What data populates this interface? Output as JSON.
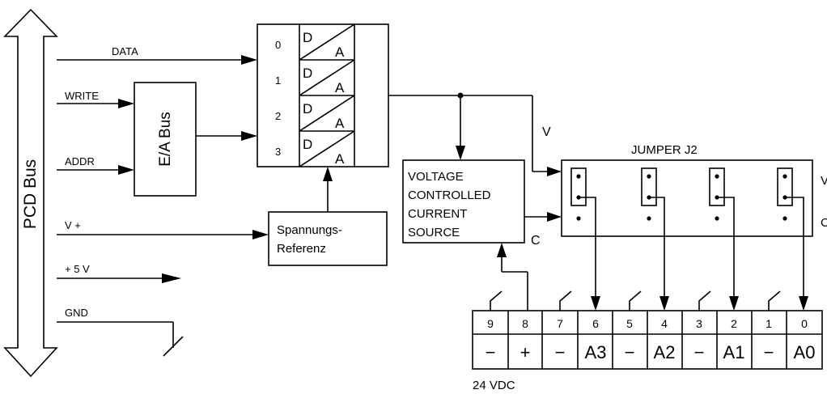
{
  "bus": {
    "label": "PCD Bus",
    "signals": {
      "data": "DATA",
      "write": "WRITE",
      "addr": "ADDR",
      "vplus": "V +",
      "plus5v": "+ 5 V",
      "gnd": "GND"
    }
  },
  "ea_bus": {
    "label": "E/A Bus"
  },
  "dac": {
    "channels": [
      "0",
      "1",
      "2",
      "3"
    ],
    "d_label": "D",
    "a_label": "A"
  },
  "reference": {
    "line1": "Spannungs-",
    "line2": "Referenz"
  },
  "vccs": {
    "lines": [
      "VOLTAGE",
      "CONTROLLED",
      "CURRENT",
      "SOURCE"
    ]
  },
  "v_label": "V",
  "c_label": "C",
  "jumper": {
    "title": "JUMPER J2",
    "right_v": "V",
    "right_c": "C"
  },
  "terminal": {
    "numbers": [
      "9",
      "8",
      "7",
      "6",
      "5",
      "4",
      "3",
      "2",
      "1",
      "0"
    ],
    "signals": [
      "−",
      "+",
      "−",
      "A3",
      "−",
      "A2",
      "−",
      "A1",
      "−",
      "A0"
    ],
    "supply_label": "24 VDC"
  }
}
